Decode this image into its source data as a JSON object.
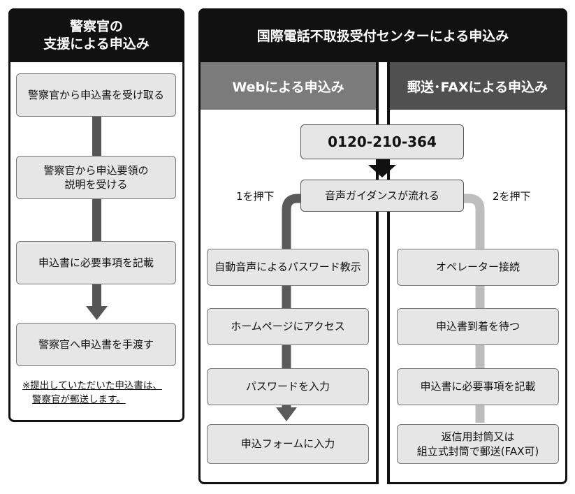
{
  "left": {
    "header": [
      "警察官の",
      "支援による申込み"
    ],
    "steps": [
      [
        "警察官から申込書を受け取る"
      ],
      [
        "警察官から申込要領の",
        "説明を受ける"
      ],
      [
        "申込書に必要事項を記載"
      ],
      [
        "警察官へ申込書を手渡す"
      ]
    ],
    "note": [
      "※提出していただいた申込書は、",
      "警察官が郵送します。"
    ]
  },
  "right": {
    "header": "国際電話不取扱受付センターによる申込み",
    "web_header": "Webによる申込み",
    "mail_header": "郵送･FAXによる申込み",
    "phone": "0120-210-364",
    "guidance": "音声ガイダンスが流れる",
    "press1": "1を押下",
    "press2": "2を押下",
    "web_steps": [
      "自動音声によるパスワード教示",
      "ホームページにアクセス",
      "パスワードを入力",
      "申込フォームに入力"
    ],
    "mail_steps": [
      [
        "オペレーター接続"
      ],
      [
        "申込書到着を待つ"
      ],
      [
        "申込書に必要事項を記載"
      ],
      [
        "返信用封筒又は",
        "組立式封筒で郵送(FAX可)"
      ]
    ]
  },
  "colors": {
    "dark": "#111111",
    "web_header_bg": "#7b7b7b",
    "mail_header_bg": "#505050",
    "step_bg": "#e6e6e6",
    "web_arrow": "#5a5a5a",
    "mail_arrow": "#bdbdbd"
  }
}
